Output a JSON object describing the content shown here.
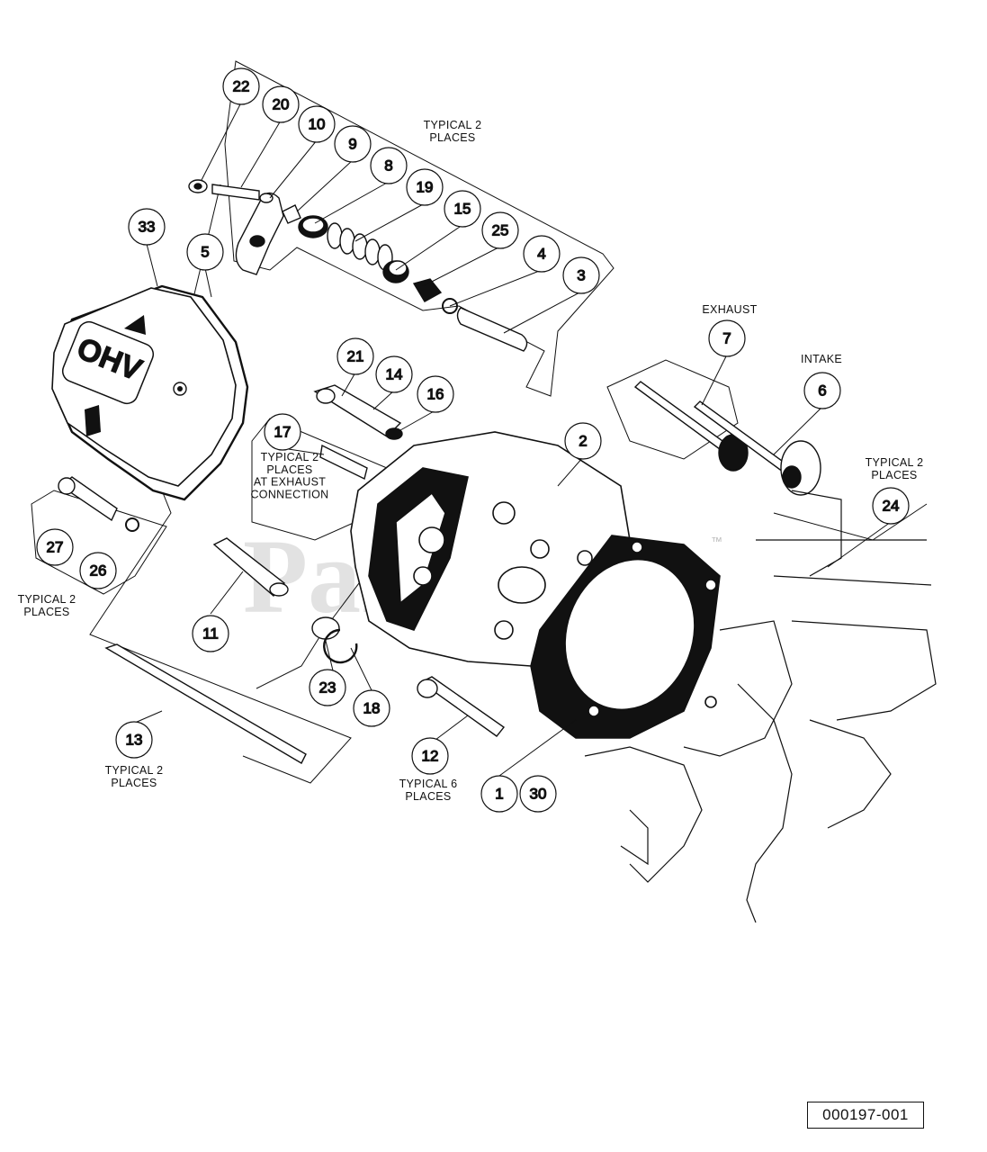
{
  "callouts": [
    "22",
    "20",
    "10",
    "9",
    "8",
    "19",
    "15",
    "25",
    "4",
    "3",
    "33",
    "5",
    "21",
    "14",
    "16",
    "17",
    "2",
    "7",
    "6",
    "24",
    "27",
    "26",
    "11",
    "23",
    "18",
    "13",
    "12",
    "1",
    "30"
  ],
  "notes": {
    "typical_2_places": "TYPICAL 2 PLACES",
    "exhaust": "EXHAUST",
    "intake": "INTAKE",
    "typical_2_places_exhaust": "TYPICAL 2 PLACES AT EXHAUST CONNECTION",
    "typical_6_places": "TYPICAL 6 PLACES",
    "typical_2_places_cap": "TYPICAL 2 PLACES"
  },
  "cover_logo": "OHV",
  "watermark": "PartsTre",
  "trademark": "™",
  "figure_id": "000197-001"
}
